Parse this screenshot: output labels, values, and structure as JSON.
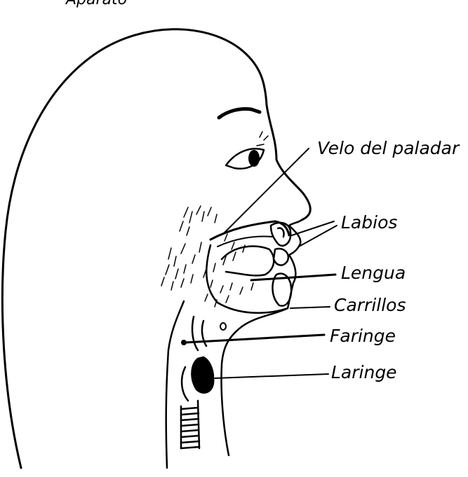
{
  "diagram": {
    "top_text": "Aparato",
    "labels": {
      "velo": "Velo del paladar",
      "labios": "Labios",
      "lengua": "Lengua",
      "carrillos": "Carrillos",
      "faringe": "Faringe",
      "laringe": "Laringe"
    }
  }
}
